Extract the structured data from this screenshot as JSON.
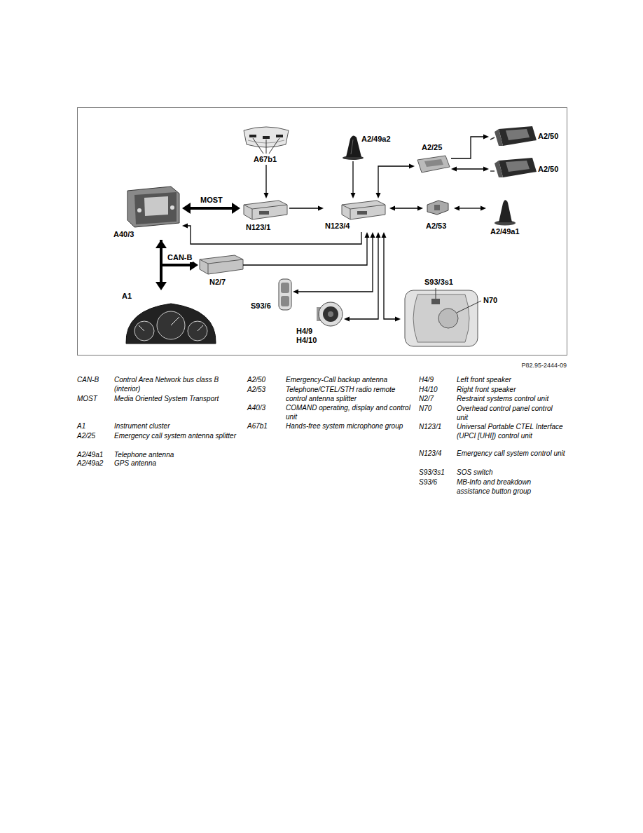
{
  "diagram": {
    "caption": "P82.95-2444-09",
    "nodes": [
      {
        "text": [
          "A67b1"
        ]
      },
      {
        "text": [
          "A2/49a2"
        ]
      },
      {
        "text": [
          "A2/25"
        ]
      },
      {
        "text": [
          "A2/50"
        ]
      },
      {
        "text": [
          "A2/50"
        ]
      },
      {
        "text": [
          "A40/3"
        ]
      },
      {
        "text": [
          "N123/1"
        ]
      },
      {
        "text": [
          "N123/4"
        ]
      },
      {
        "text": [
          "A2/53"
        ]
      },
      {
        "text": [
          "A2/49a1"
        ]
      },
      {
        "text": [
          "N2/7"
        ]
      },
      {
        "text": [
          "S93/6"
        ]
      },
      {
        "text": [
          "A1"
        ]
      },
      {
        "text": [
          "H4/9",
          "H4/10"
        ]
      },
      {
        "text": [
          "S93/3s1",
          "N70"
        ]
      }
    ],
    "edges": [
      {
        "from": 5,
        "to": 6,
        "arrow": "both",
        "label": "MOST"
      },
      {
        "from": 0,
        "to": 6,
        "arrow": "to"
      },
      {
        "from": 6,
        "to": 7,
        "arrow": "to"
      },
      {
        "from": 1,
        "to": 7,
        "arrow": "to"
      },
      {
        "from": 7,
        "to": 2,
        "arrow": "both"
      },
      {
        "from": 2,
        "to": 3,
        "arrow": "to"
      },
      {
        "from": 2,
        "to": 4,
        "arrow": "both"
      },
      {
        "from": 7,
        "to": 8,
        "arrow": "both"
      },
      {
        "from": 8,
        "to": 9,
        "arrow": "both"
      },
      {
        "from": 7,
        "to": 5,
        "arrow": "to"
      },
      {
        "from": 5,
        "to": 12,
        "arrow": "both"
      },
      {
        "from": 5,
        "to": 10,
        "arrow": "to",
        "label": "CAN-B"
      },
      {
        "from": 10,
        "to": 7,
        "arrow": "to"
      },
      {
        "from": 7,
        "to": 11,
        "arrow": "both"
      },
      {
        "from": 7,
        "to": 13,
        "arrow": "both"
      },
      {
        "from": 7,
        "to": 14,
        "arrow": "both"
      }
    ],
    "labels": [
      "CAN-B",
      "Control Area Network bus class B (interior)",
      "MOST",
      "Media Oriented System Transport",
      "A1",
      "Instrument cluster",
      "A2/25",
      "Emergency call system antenna splitter",
      "A2/49a1",
      "Telephone antenna",
      "A2/49a2",
      "GPS antenna",
      "A2/50",
      "Emergency-Call backup antenna",
      "A2/53",
      "Telephone/CTEL/STH radio remote control antenna splitter",
      "A40/3",
      "COMAND operating, display and control unit",
      "A67b1",
      "Hands-free system microphone group",
      "H4/9",
      "Left front speaker",
      "H4/10",
      "Right front speaker",
      "N2/7",
      "Restraint systems control unit",
      "N70",
      "Overhead control panel control unit",
      "N123/1",
      "Universal Portable CTEL Interface (UPCI [UHI]) control unit",
      "N123/4",
      "Emergency call system control unit",
      "S93/3s1",
      "SOS switch",
      "S93/6",
      "MB-Info and breakdown assistance button group"
    ]
  }
}
